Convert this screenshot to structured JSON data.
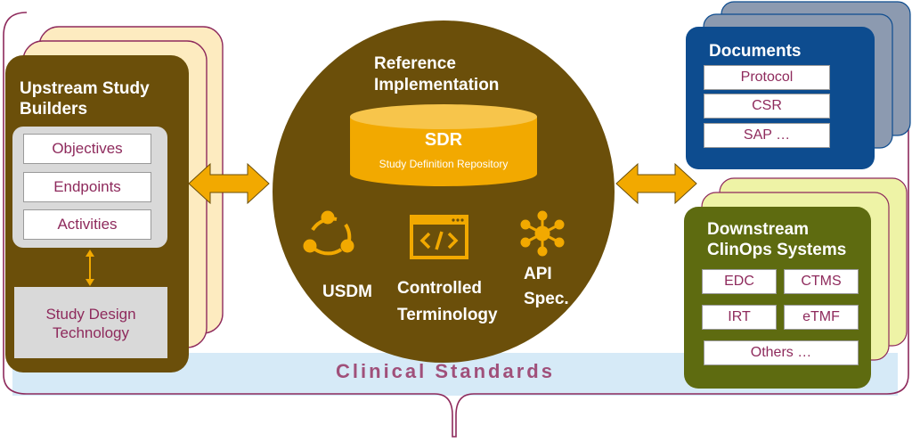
{
  "upstream": {
    "title_line1": "Upstream Study",
    "title_line2": "Builders",
    "items": [
      "Objectives",
      "Endpoints",
      "Activities"
    ],
    "technology_line1": "Study Design",
    "technology_line2": "Technology"
  },
  "reference": {
    "title_line1": "Reference",
    "title_line2": "Implementation",
    "db_title": "SDR",
    "db_subtitle": "Study Definition Repository",
    "usdm_label": "USDM",
    "terminology_line1": "Controlled",
    "terminology_line2": "Terminology",
    "api_line1": "API",
    "api_line2": "Spec."
  },
  "documents": {
    "title": "Documents",
    "items": [
      "Protocol",
      "CSR",
      "SAP …"
    ]
  },
  "downstream": {
    "title_line1": "Downstream",
    "title_line2": "ClinOps Systems",
    "items": [
      "EDC",
      "CTMS",
      "IRT",
      "eTMF"
    ],
    "others": "Others …"
  },
  "standards": {
    "label": "Clinical Standards"
  },
  "icons": {
    "usdm": "cycle-nodes-icon",
    "terminology": "code-window-icon",
    "api": "network-hub-icon",
    "database": "cylinder-database-icon"
  },
  "colors": {
    "brown": "#6B4F0A",
    "gold": "#F2A900",
    "navy": "#0D4C8F",
    "olive": "#5E6B10",
    "cream": "#FDEBC0",
    "light_green": "#EEF3A6",
    "slate": "#8C9AB0",
    "standards_band": "#D6EAF7",
    "plum": "#8E2A5C"
  }
}
